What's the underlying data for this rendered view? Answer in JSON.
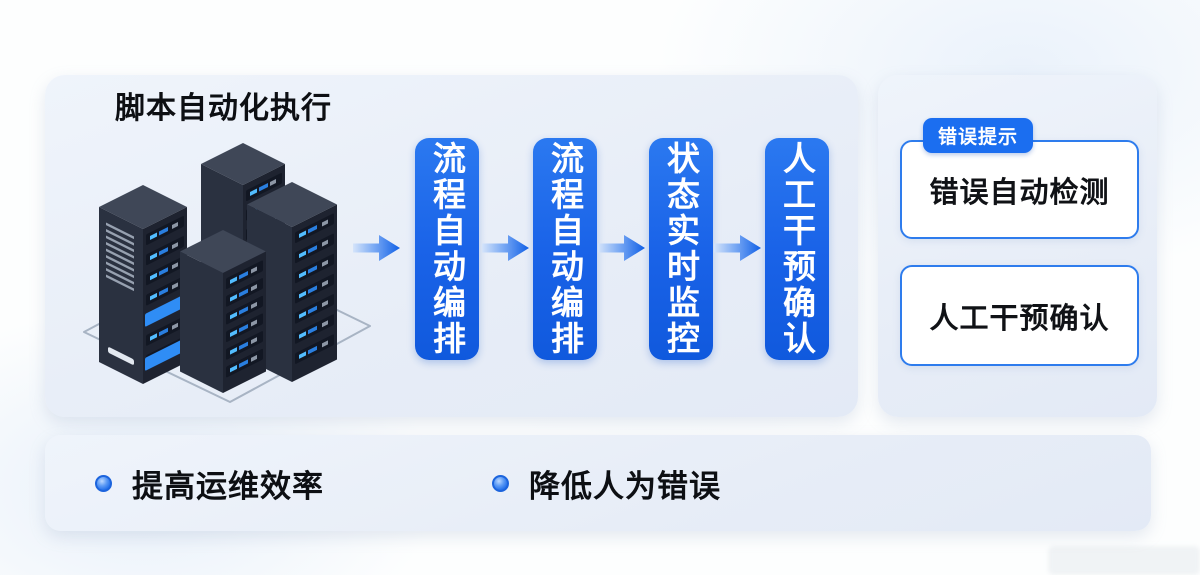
{
  "header": {
    "title": "脚本自动化执行"
  },
  "flow": {
    "steps": [
      {
        "label": "流程自动编排"
      },
      {
        "label": "流程自动编排"
      },
      {
        "label": "状态实时监控"
      },
      {
        "label": "人工干预确认"
      }
    ]
  },
  "error_panel": {
    "badge": "错误提示",
    "cards": [
      {
        "label": "错误自动检测"
      },
      {
        "label": "人工干预确认"
      }
    ]
  },
  "benefits": {
    "items": [
      {
        "label": "提高运维效率"
      },
      {
        "label": "降低人为错误"
      }
    ]
  },
  "icons": {
    "server_illustration": "server-racks-isometric",
    "flow_arrow": "arrow-right",
    "bullet": "blue-dot"
  },
  "colors": {
    "accent_blue": "#1a63e8",
    "badge_blue": "#1b6ef0",
    "card_border": "#2e7ced",
    "panel_bg": "#e7edf7",
    "text_dark": "#0d0f13",
    "led_blue": "#52bdff"
  }
}
